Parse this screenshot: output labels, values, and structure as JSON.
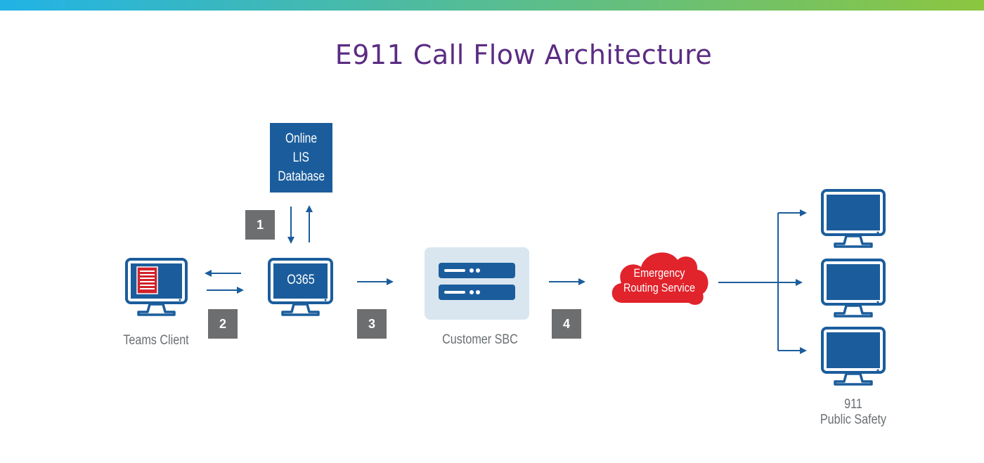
{
  "title": "E911 Call Flow Architecture",
  "colors": {
    "title": "#5b2c83",
    "primary_blue": "#1b5d9c",
    "arrow_blue": "#1b5d9c",
    "step_gray": "#6d6e70",
    "label_gray": "#6a6f73",
    "cloud_red": "#e1232b",
    "sbc_bg": "#d9e6ef",
    "document_red": "#d3222a",
    "gradient_start": "#21b3e6",
    "gradient_end": "#8cc63f"
  },
  "nodes": {
    "lis_database": {
      "lines": [
        "Online",
        "LIS",
        "Database"
      ]
    },
    "teams_client": {
      "label": "Teams Client",
      "icon": "monitor-with-document-icon"
    },
    "o365": {
      "label": "O365",
      "icon": "monitor-icon"
    },
    "customer_sbc": {
      "label": "Customer SBC",
      "icon": "server-icon"
    },
    "emergency_routing": {
      "lines": [
        "Emergency",
        "Routing Service"
      ],
      "icon": "cloud-icon"
    },
    "public_safety": {
      "lines": [
        "911",
        "Public Safety"
      ],
      "icon": "monitor-icon",
      "count": 3
    }
  },
  "steps": [
    "1",
    "2",
    "3",
    "4"
  ]
}
